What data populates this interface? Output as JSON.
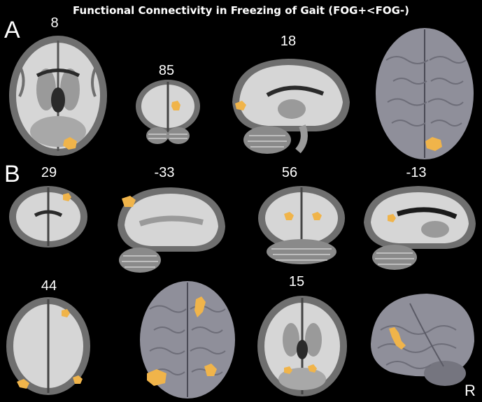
{
  "figure": {
    "title": "Functional Connectivity in Freezing of Gait (FOG+<FOG-)",
    "orientation_label": "R"
  },
  "panels": [
    {
      "letter": "A",
      "slices": [
        "8",
        "85",
        "18"
      ]
    },
    {
      "letter": "B",
      "slices": [
        "29",
        "-33",
        "56",
        "-13",
        "44",
        "15"
      ]
    }
  ],
  "colors": {
    "background": "#000000",
    "white_matter": "#d9d9d9",
    "gray_matter": "#7a7a7a",
    "cortex_render": "#8f8f9a",
    "cluster": "#f0b44a"
  }
}
